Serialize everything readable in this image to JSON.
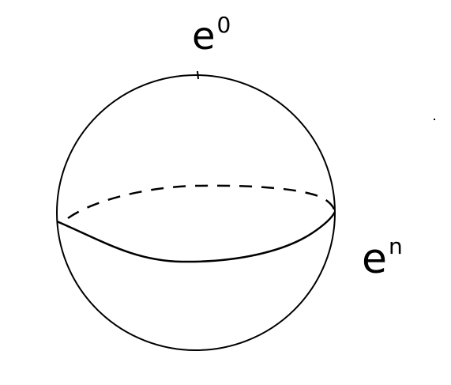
{
  "labels": {
    "top": {
      "base": "e",
      "sup": "0"
    },
    "right": {
      "base": "e",
      "sup": "n"
    }
  },
  "colors": {
    "stroke": "#000000",
    "background": "#ffffff"
  }
}
